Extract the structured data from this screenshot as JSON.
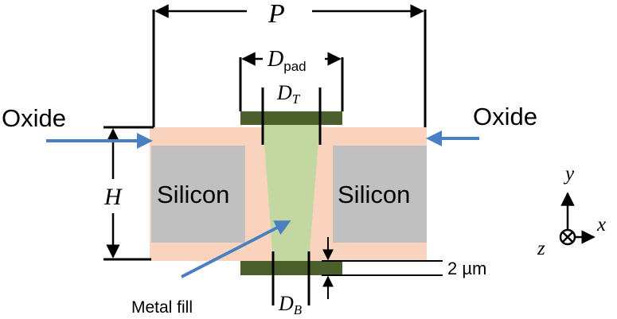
{
  "labels": {
    "oxide_left": "Oxide",
    "oxide_right": "Oxide",
    "silicon_left": "Silicon",
    "silicon_right": "Silicon",
    "metal_fill": "Metal fill",
    "gap": "2 µm"
  },
  "dimensions": {
    "pitch": "P",
    "pad_letter": "D",
    "pad_sub": "pad",
    "top_letter": "D",
    "top_sub": "T",
    "bottom_letter": "D",
    "bottom_sub": "B",
    "height": "H"
  },
  "axes": {
    "y": "y",
    "x": "x",
    "z": "z"
  },
  "colors": {
    "oxide": "#f9d3bd",
    "silicon": "#c0c0c0",
    "metal": "#c3d8a0",
    "pad": "#4a5f2a",
    "arrow": "#4a7fc1",
    "line": "#000000"
  }
}
